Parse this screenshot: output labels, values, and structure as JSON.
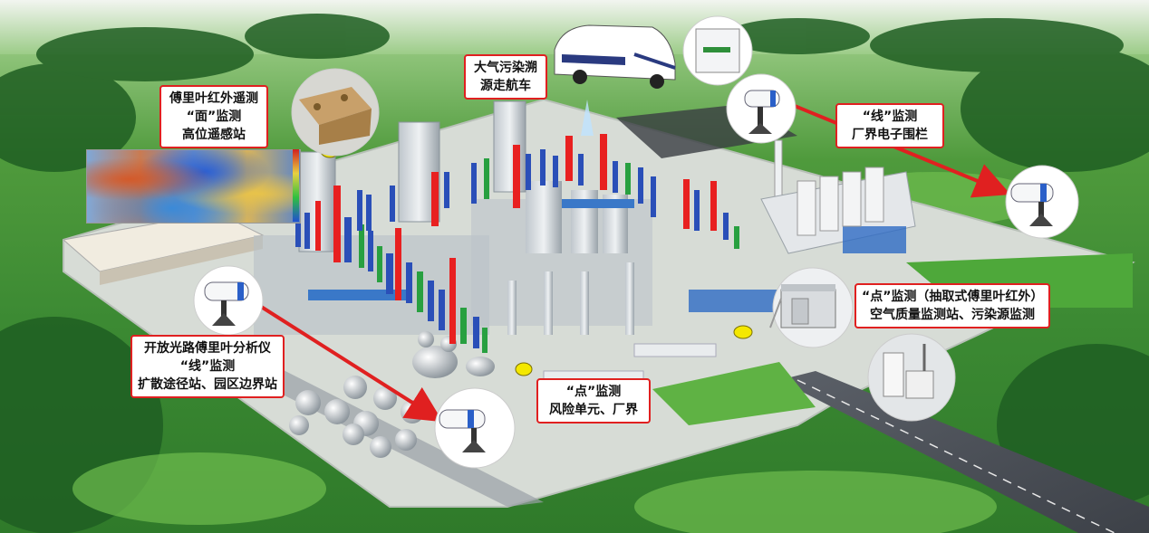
{
  "labels": {
    "remote_sensing": {
      "line1": "傅里叶红外遥测",
      "line2": "“面”监测",
      "line3": "高位遥感站"
    },
    "vehicle": {
      "line1": "大气污染溯",
      "line2": "源走航车"
    },
    "fence": {
      "line1": "“线”监测",
      "line2": "厂界电子围栏"
    },
    "open_path": {
      "line1": "开放光路傅里叶分析仪",
      "line2": "“线”监测",
      "line3": "扩散途径站、园区边界站"
    },
    "point_extract": {
      "line1": "“点”监测（抽取式傅里叶红外）",
      "line2": "空气质量监测站、污染源监测"
    },
    "point_risk": {
      "line1": "“点”监测",
      "line2": "风险单元、厂界"
    }
  },
  "colors": {
    "label_border": "#e02020",
    "arrow": "#e02020",
    "bar_red": "#e82020",
    "bar_blue": "#2a4fb8",
    "bar_green": "#28a040",
    "marker_yellow": "#f4e800"
  }
}
